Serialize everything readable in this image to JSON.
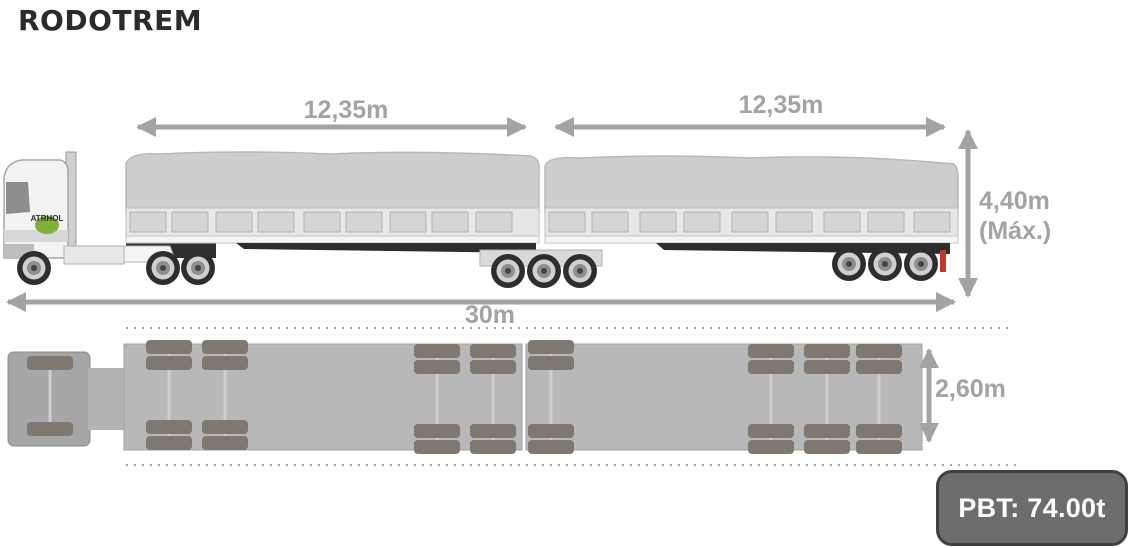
{
  "title": "RODOTREM",
  "dimensions": {
    "trailer1_length": "12,35m",
    "trailer2_length": "12,35m",
    "height": "4,40m",
    "height_note": "(Máx.)",
    "total_length": "30m",
    "width": "2,60m"
  },
  "truck_logo": "ATRHOL",
  "pbt": "PBT: 74.00t"
}
